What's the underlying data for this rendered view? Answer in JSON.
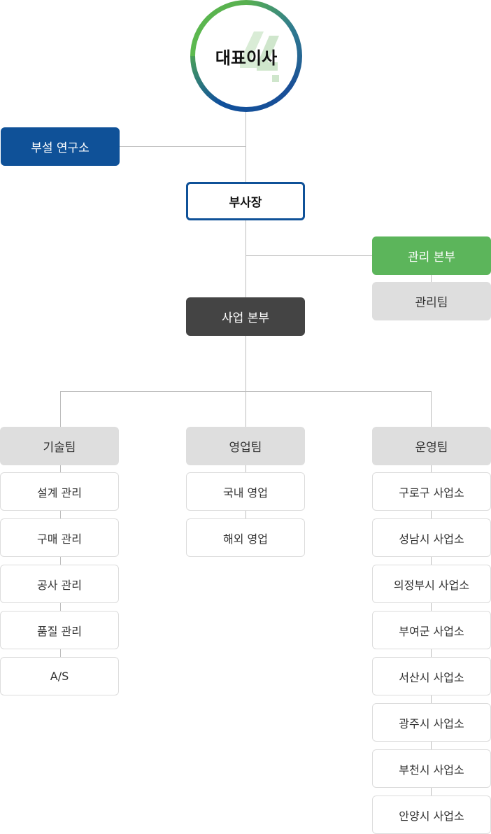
{
  "ceo": {
    "label": "대표이사"
  },
  "research_lab": {
    "label": "부설 연구소"
  },
  "vice_president": {
    "label": "부사장"
  },
  "management_division": {
    "label": "관리 본부",
    "team": "관리팀"
  },
  "business_division": {
    "label": "사업 본부"
  },
  "teams": [
    {
      "label": "기술팀",
      "items": [
        "설계 관리",
        "구매 관리",
        "공사 관리",
        "품질 관리",
        "A/S"
      ]
    },
    {
      "label": "영업팀",
      "items": [
        "국내 영업",
        "해외 영업"
      ]
    },
    {
      "label": "운영팀",
      "items": [
        "구로구 사업소",
        "성남시 사업소",
        "의정부시 사업소",
        "부여군 사업소",
        "서산시 사업소",
        "광주시 사업소",
        "부천시 사업소",
        "안양시 사업소"
      ]
    }
  ],
  "colors": {
    "navy": "#0f5198",
    "green": "#5cb55b",
    "dark": "#444444",
    "dept_gray": "#dedede",
    "connector": "#bdbdbd"
  }
}
